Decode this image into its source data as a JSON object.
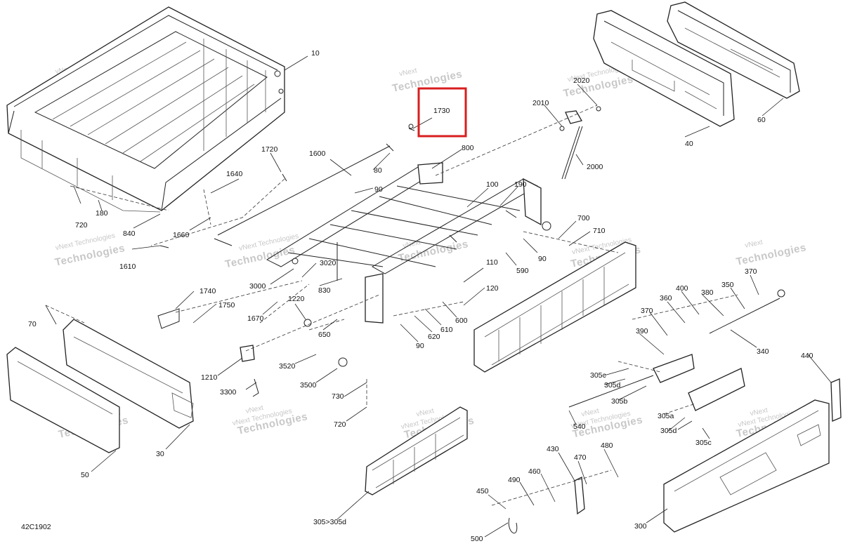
{
  "diagram_code": "42C1902",
  "highlight_color": "#d81e1e",
  "watermark": {
    "line1": "vNext",
    "line2": "Technologies",
    "line_single": "vNext Technologies"
  },
  "callouts": {
    "c10": "10",
    "c180": "180",
    "c720a": "720",
    "c840": "840",
    "c1610": "1610",
    "c1600": "1600",
    "c1640": "1640",
    "c1660": "1660",
    "c1720": "1720",
    "c1730": "1730",
    "c80": "80",
    "c800": "800",
    "c90a": "90",
    "c100": "100",
    "c190": "190",
    "c2020": "2020",
    "c2010": "2010",
    "c2000": "2000",
    "c40": "40",
    "c60": "60",
    "c700": "700",
    "c710": "710",
    "c90b": "90",
    "c590": "590",
    "c110": "110",
    "c120": "120",
    "c3020": "3020",
    "c3000": "3000",
    "c830": "830",
    "c1740": "1740",
    "c1750": "1750",
    "c1670": "1670",
    "c1220": "1220",
    "c650": "650",
    "c600": "600",
    "c610": "610",
    "c620": "620",
    "c90c": "90",
    "c70": "70",
    "c1210": "1210",
    "c3520": "3520",
    "c3500": "3500",
    "c3300": "3300",
    "c730": "730",
    "c720b": "720",
    "c30": "30",
    "c50": "50",
    "c370a": "370",
    "c350": "350",
    "c400": "400",
    "c360": "360",
    "c380": "380",
    "c370b": "370",
    "c390": "390",
    "c340": "340",
    "c305c_a": "305c",
    "c305d_a": "305d",
    "c305b": "305b",
    "c540": "540",
    "c305a": "305a",
    "c305d_b": "305d",
    "c305c_b": "305c",
    "c440": "440",
    "c430": "430",
    "c480": "480",
    "c470": "470",
    "c460": "460",
    "c490": "490",
    "c450": "450",
    "c500": "500",
    "c300": "300",
    "c305to305d": "305>305d"
  }
}
